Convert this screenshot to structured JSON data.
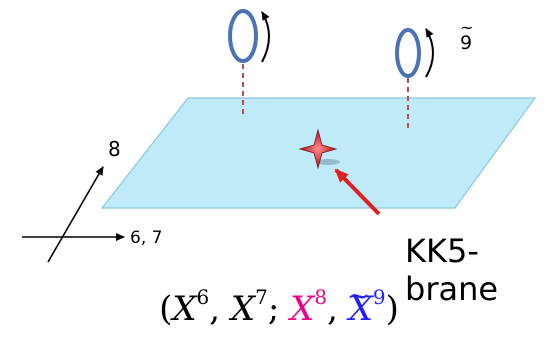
{
  "labels": {
    "brane": "KK5-brane",
    "axis_8": "8",
    "axis_67": "6, 7",
    "circle_9": "9",
    "tilde": "~"
  },
  "formula": {
    "open": "(",
    "x6": "X",
    "x6_sup": "6",
    "comma1": ", ",
    "x7": "X",
    "x7_sup": "7",
    "semi": "; ",
    "x8": "X",
    "x8_sup": "8",
    "comma2": ", ",
    "x9": "X",
    "x9_tilde": "~",
    "x9_sup": "9",
    "close": ")"
  },
  "colors": {
    "plane_fill": "#bfeaf7",
    "plane_stroke": "#8cc8dc",
    "ring": "#4a73b5",
    "star": "#c2272d",
    "arrow": "#e02020",
    "dash": "#b84b4b",
    "x8_color": "#ec008c",
    "x9_color": "#2020ff"
  }
}
